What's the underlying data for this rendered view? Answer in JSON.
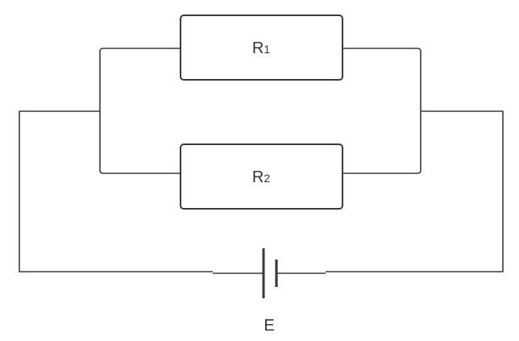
{
  "diagram": {
    "resistor_1": {
      "letter": "R",
      "index": "1"
    },
    "resistor_2": {
      "letter": "R",
      "index": "2"
    },
    "battery": {
      "label": "E"
    }
  }
}
